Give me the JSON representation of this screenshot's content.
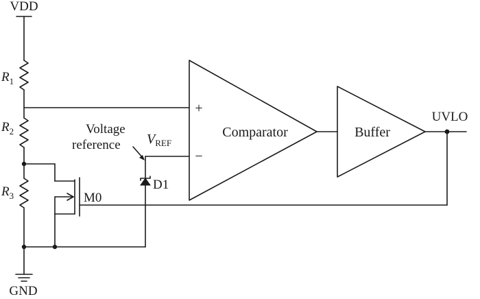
{
  "labels": {
    "vdd": "VDD",
    "gnd": "GND",
    "r1_main": "R",
    "r1_sub": "1",
    "r2_main": "R",
    "r2_sub": "2",
    "r3_main": "R",
    "r3_sub": "3",
    "m0": "M0",
    "d1": "D1",
    "voltage_ref_line1": "Voltage",
    "voltage_ref_line2": "reference",
    "vref_main": "V",
    "vref_sub": "REF",
    "plus": "+",
    "minus": "−",
    "comparator": "Comparator",
    "buffer": "Buffer",
    "uvlo": "UVLO"
  }
}
